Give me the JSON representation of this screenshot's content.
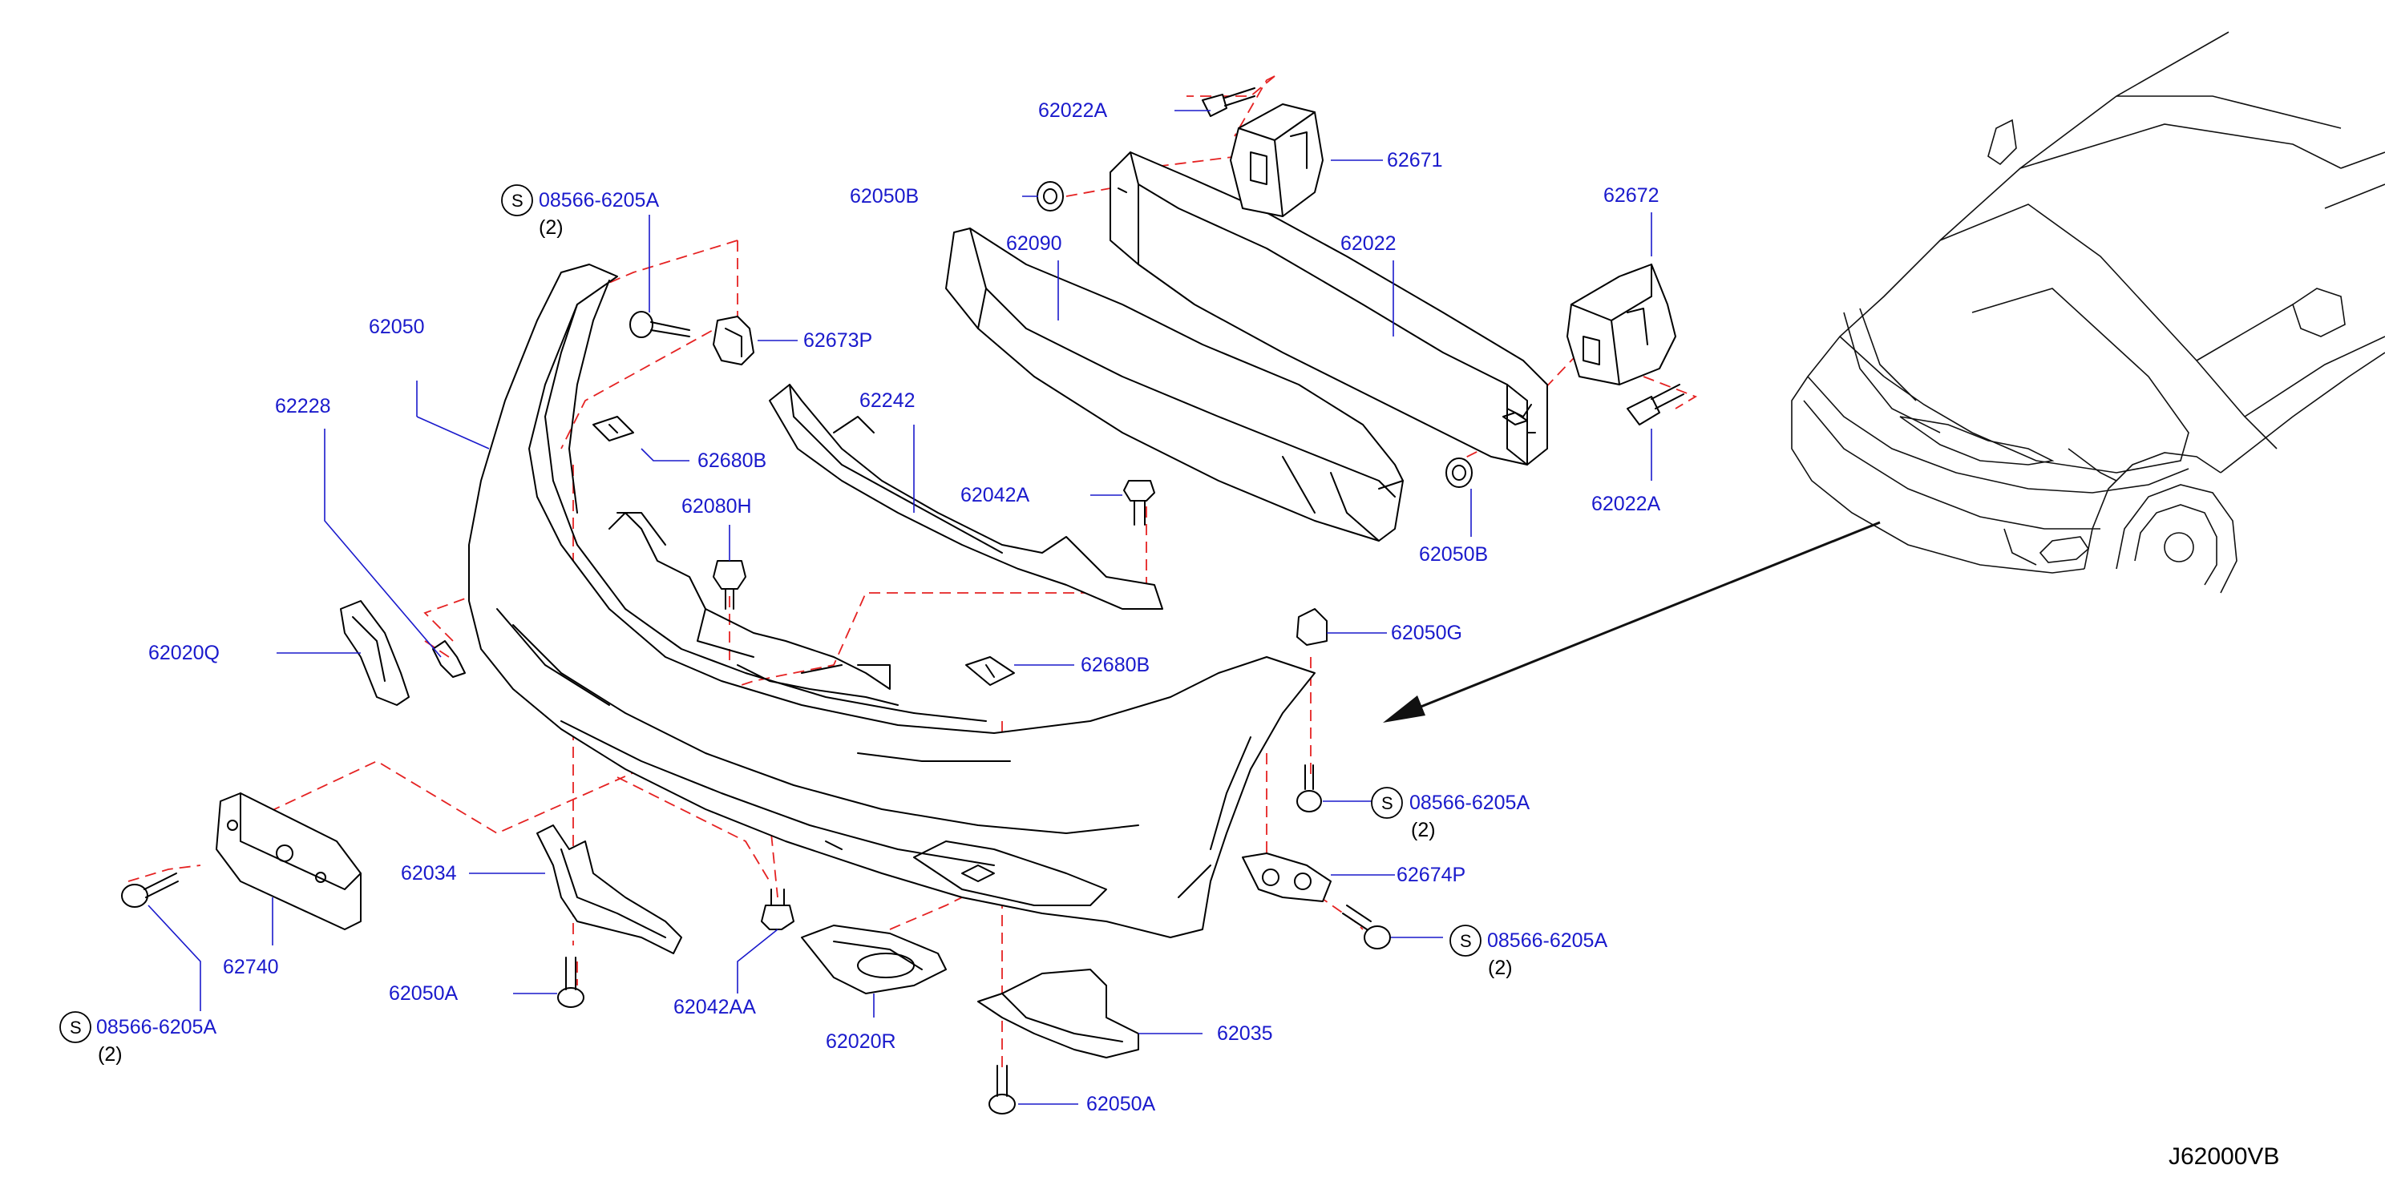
{
  "diagram": {
    "code": "J62000VB",
    "colors": {
      "label": "#1a1acc",
      "phantom_line": "#e52222",
      "line": "#000000"
    },
    "parts": {
      "p62022A_top": "62022A",
      "p62671": "62671",
      "p62050B_top": "62050B",
      "p62090": "62090",
      "p62022": "62022",
      "p62672": "62672",
      "p08566_a": "08566-6205A",
      "p08566_a_qty": "(2)",
      "p62050": "62050",
      "p62673P": "62673P",
      "p62228": "62228",
      "p62242": "62242",
      "p62680B_a": "62680B",
      "p62080H": "62080H",
      "p62042A": "62042A",
      "p62022A_right": "62022A",
      "p62050B_right": "62050B",
      "p62020Q": "62020Q",
      "p62050G": "62050G",
      "p62680B_b": "62680B",
      "p08566_b": "08566-6205A",
      "p08566_b_qty": "(2)",
      "p62674P": "62674P",
      "p62034": "62034",
      "p08566_c": "08566-6205A",
      "p08566_c_qty": "(2)",
      "p62740": "62740",
      "p62050A_left": "62050A",
      "p62042AA": "62042AA",
      "p62035": "62035",
      "p62020R": "62020R",
      "p08566_d": "08566-6205A",
      "p08566_d_qty": "(2)",
      "p62050A_bottom": "62050A",
      "s_symbol": "S"
    }
  }
}
